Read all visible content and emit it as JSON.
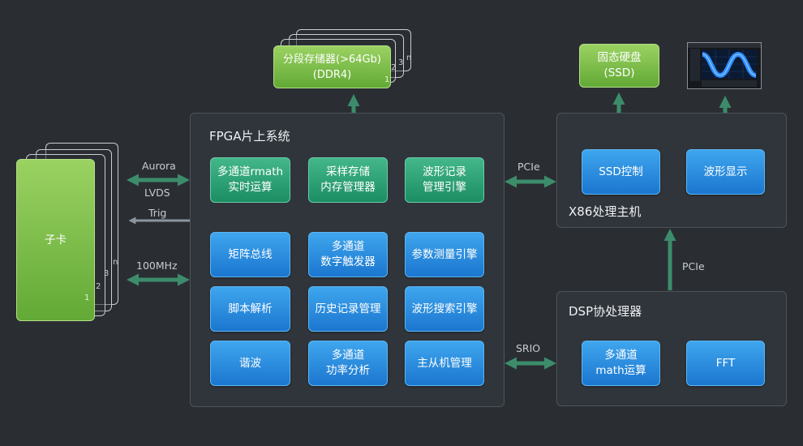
{
  "fpga": {
    "title": "FPGA片上系统",
    "modules": [
      "多通道rmath\n实时运算",
      "采样存储\n内存管理器",
      "波形记录\n管理引擎",
      "矩阵总线",
      "多通道\n数字触发器",
      "参数测量引擎",
      "脚本解析",
      "历史记录管理",
      "波形搜索引擎",
      "谐波",
      "多通道\n功率分析",
      "主从机管理"
    ]
  },
  "memory": {
    "label": "分段存储器(>64Gb)\n(DDR4)",
    "stack": [
      "1",
      "2",
      "3",
      "n"
    ]
  },
  "card": {
    "label": "子卡",
    "stack": [
      "1",
      "2",
      "3",
      "n"
    ]
  },
  "x86": {
    "title": "X86处理主机",
    "modules": [
      "SSD控制",
      "波形显示"
    ]
  },
  "ssd": {
    "label": "固态硬盘\n(SSD)"
  },
  "dsp": {
    "title": "DSP协处理器",
    "modules": [
      "多通道\nmath运算",
      "FFT"
    ]
  },
  "links": {
    "aurora": "Aurora",
    "lvds": "LVDS",
    "trig": "Trig",
    "mhz": "100MHz",
    "pcie1": "PCIe",
    "pcie2": "PCIe",
    "srio": "SRIO"
  },
  "colors": {
    "arrow": "#3c8c6b",
    "trig_arrow": "#8c959e",
    "blue": "#2a8fe0",
    "green": "#7cbd4b"
  }
}
